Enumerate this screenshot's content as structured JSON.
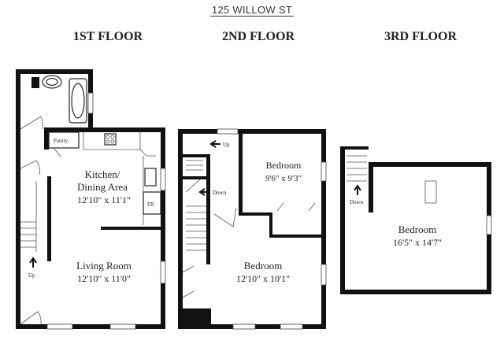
{
  "title": "125 WILLOW ST",
  "floors": {
    "first": {
      "label": "1ST FLOOR",
      "pantry": "Pantry",
      "kitchen_name_1": "Kitchen/",
      "kitchen_name_2": "Dining Area",
      "kitchen_dims": "12'10\" x 11'1\"",
      "fridge": "FR",
      "living_name": "Living Room",
      "living_dims": "12'10\" x 11'0\"",
      "stairs": "Up"
    },
    "second": {
      "label": "2ND FLOOR",
      "bedroom_a_name": "Bedroom",
      "bedroom_a_dims": "9'6\" x 9'3\"",
      "bedroom_b_name": "Bedroom",
      "bedroom_b_dims": "12'10\" x 10'1\"",
      "stairs_up": "Up",
      "stairs_down": "Down"
    },
    "third": {
      "label": "3RD FLOOR",
      "bedroom_name": "Bedroom",
      "bedroom_dims": "16'5\" x 14'7\"",
      "stairs_down": "Down"
    }
  }
}
